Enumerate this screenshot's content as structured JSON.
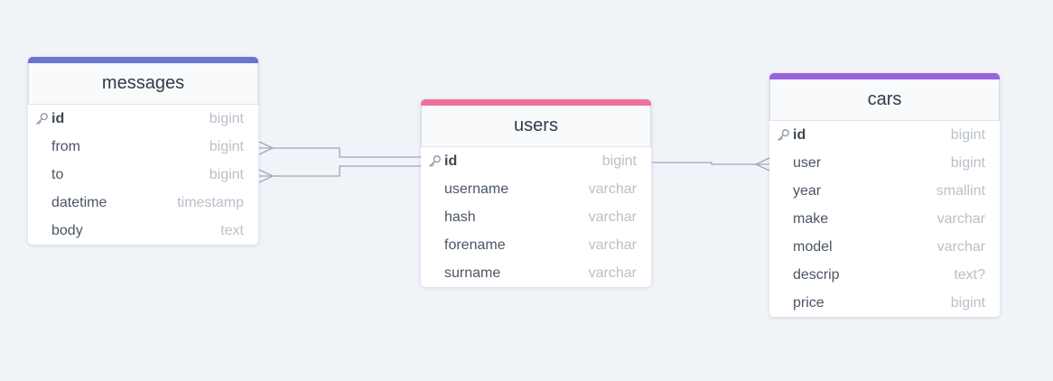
{
  "colors": {
    "background": "#f0f4f8",
    "messages_accent": "#6b75cc",
    "users_accent": "#f2709c",
    "cars_accent": "#9a62dc",
    "connector": "#9aa8b9"
  },
  "tables": {
    "messages": {
      "title": "messages",
      "fields": [
        {
          "name": "id",
          "type": "bigint",
          "pk": true
        },
        {
          "name": "from",
          "type": "bigint"
        },
        {
          "name": "to",
          "type": "bigint"
        },
        {
          "name": "datetime",
          "type": "timestamp"
        },
        {
          "name": "body",
          "type": "text"
        }
      ]
    },
    "users": {
      "title": "users",
      "fields": [
        {
          "name": "id",
          "type": "bigint",
          "pk": true
        },
        {
          "name": "username",
          "type": "varchar"
        },
        {
          "name": "hash",
          "type": "varchar"
        },
        {
          "name": "forename",
          "type": "varchar"
        },
        {
          "name": "surname",
          "type": "varchar"
        }
      ]
    },
    "cars": {
      "title": "cars",
      "fields": [
        {
          "name": "id",
          "type": "bigint",
          "pk": true
        },
        {
          "name": "user",
          "type": "bigint"
        },
        {
          "name": "year",
          "type": "smallint"
        },
        {
          "name": "make",
          "type": "varchar"
        },
        {
          "name": "model",
          "type": "varchar"
        },
        {
          "name": "descrip",
          "type": "text?"
        },
        {
          "name": "price",
          "type": "bigint"
        }
      ]
    }
  },
  "relations": [
    {
      "from": "messages.from",
      "to": "users.id",
      "cardinality": "many-to-one"
    },
    {
      "from": "messages.to",
      "to": "users.id",
      "cardinality": "many-to-one"
    },
    {
      "from": "cars.user",
      "to": "users.id",
      "cardinality": "many-to-one"
    }
  ],
  "icons": {
    "primary_key": "key-icon"
  }
}
